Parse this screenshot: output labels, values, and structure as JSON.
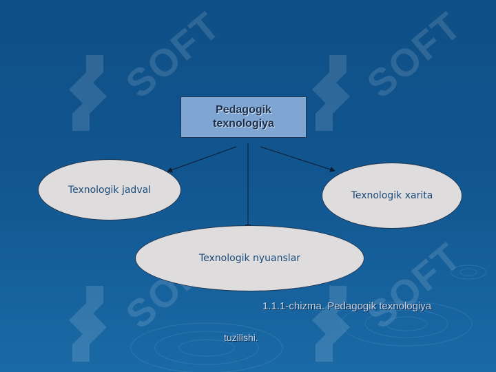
{
  "diagram": {
    "root": {
      "label": "Pedagogik\ntexnologiya"
    },
    "children": [
      {
        "id": "left",
        "label": "Texnologik jadval"
      },
      {
        "id": "right",
        "label": "Texnologik xarita"
      },
      {
        "id": "bottom",
        "label": "Texnologik nyuanslar"
      }
    ]
  },
  "caption": {
    "line1": "1.1.1-chizma. Pedagogik texnologiya",
    "line2": "tuzilishi."
  },
  "watermark": {
    "text": "SOFT"
  },
  "colors": {
    "background": "#11558f",
    "root_fill": "#7fa6d3",
    "node_fill": "#dedcdc",
    "node_text": "#1c4a78",
    "caption_text": "#c9d3e3"
  }
}
